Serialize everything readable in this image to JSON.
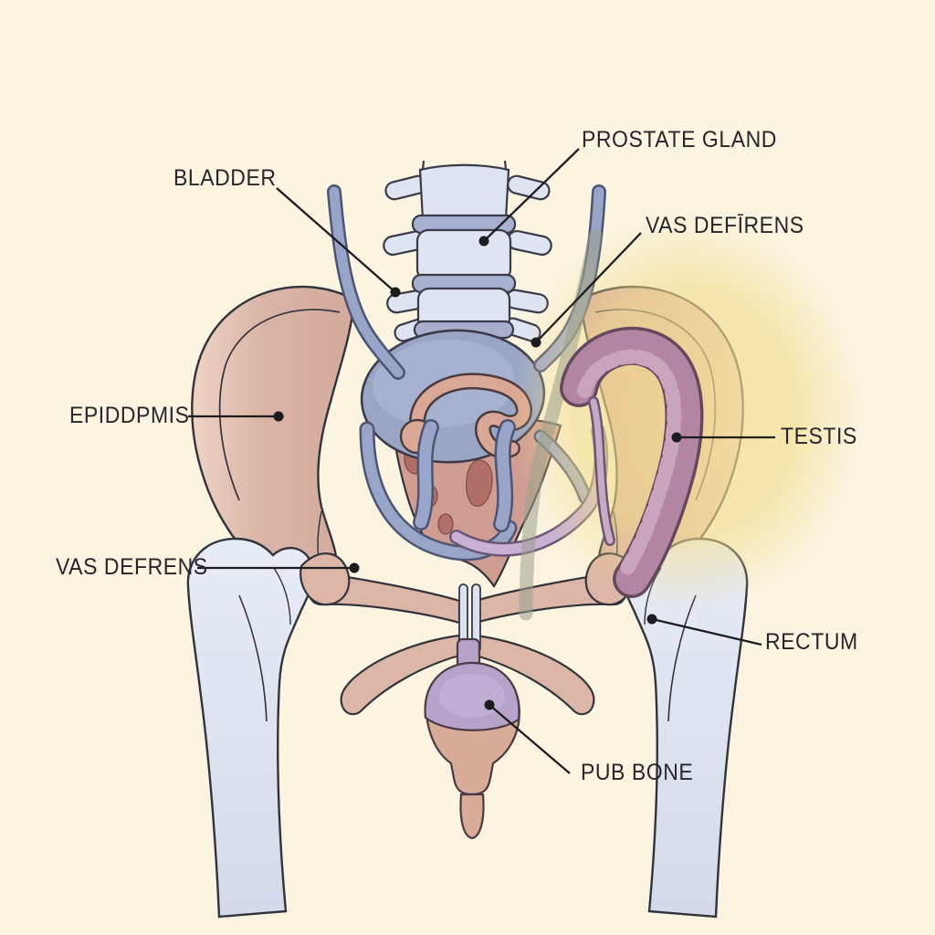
{
  "figure": {
    "type": "anatomical-diagram",
    "subject": "male pelvis and reproductive organs (front view)"
  },
  "labels": [
    {
      "id": "bladder",
      "text": "BLADDER"
    },
    {
      "id": "prostate-gland",
      "text": "PROSTATE GLAND"
    },
    {
      "id": "vas-deferens-right",
      "text": "VAS DEFĪRENS"
    },
    {
      "id": "epididymis",
      "text": "EPIDDPMIS"
    },
    {
      "id": "testis",
      "text": "TESTIS"
    },
    {
      "id": "vas-deferens-left",
      "text": "VAS DEFRENS"
    },
    {
      "id": "rectum",
      "text": "RECTUM"
    },
    {
      "id": "pubic-bone",
      "text": "PUB BONE"
    }
  ],
  "palette": {
    "background": "#faf4e0",
    "hip_bone": "#d9b4a6",
    "hip_bone_highlight": "#efd6c7",
    "vertebra": "#dfe4f2",
    "disc": "#a7b1cf",
    "bladder": "#9aa5c6",
    "sacrum": "#cf9d92",
    "sacrum_foramina": "#b06f68",
    "femur": "#dde4f0",
    "highlight_glow": "#f4dd8e",
    "duct_blue": "#98a4c8",
    "epididymis_coil": "#b286a3",
    "vas_tube_lavender": "#c9b0d4",
    "urethra_pink": "#d8a795",
    "bulb_top": "#b7a3ca",
    "bulb_bottom": "#d9ab99",
    "label_text": "#26262b",
    "leader_line": "#1d1d20",
    "outline": "#33333d"
  }
}
